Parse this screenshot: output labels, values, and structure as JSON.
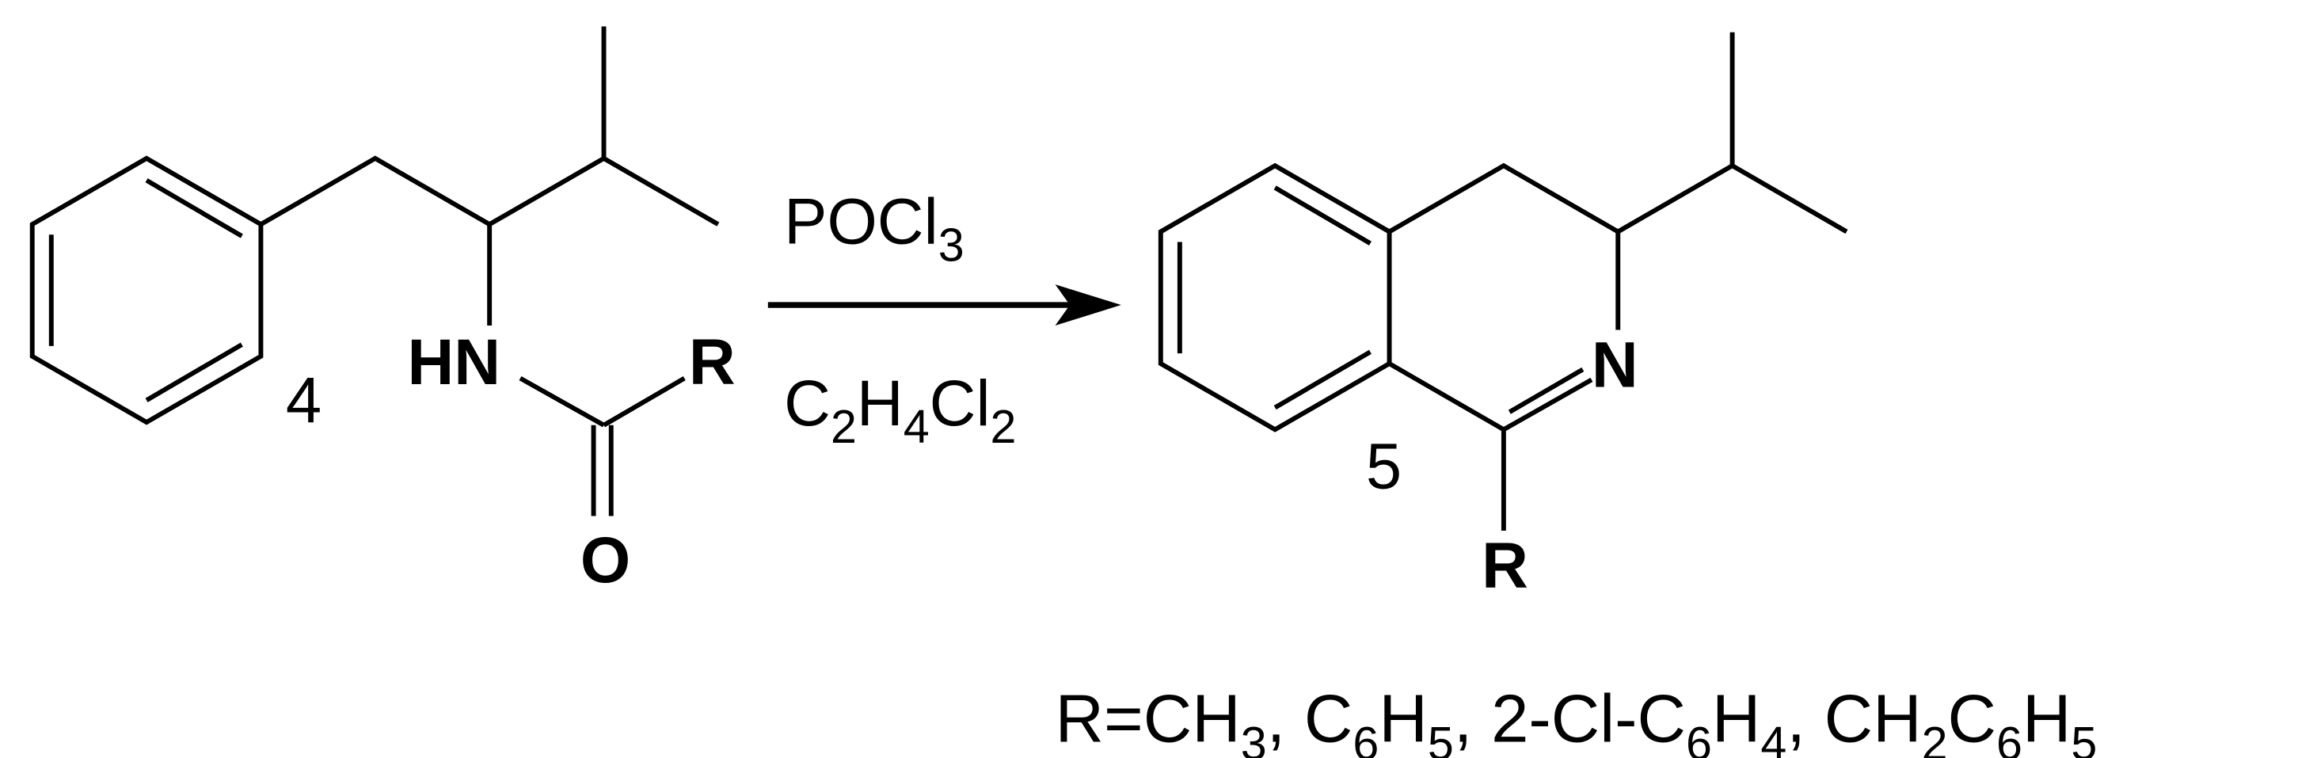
{
  "scheme": {
    "reactant": {
      "label": "4",
      "atoms": {
        "nh": "HN",
        "r": "R",
        "o": "O"
      }
    },
    "reagents": {
      "top": [
        {
          "text": "POCl"
        },
        {
          "text": "3",
          "sub": true
        }
      ],
      "bottom": [
        {
          "text": "C"
        },
        {
          "text": "2",
          "sub": true
        },
        {
          "text": "H"
        },
        {
          "text": "4",
          "sub": true
        },
        {
          "text": "Cl"
        },
        {
          "text": "2",
          "sub": true
        }
      ]
    },
    "product": {
      "label": "5",
      "atoms": {
        "n": "N",
        "r": "R"
      }
    },
    "substituents": [
      {
        "text": "R=CH"
      },
      {
        "text": "3",
        "sub": true
      },
      {
        "text": ", C"
      },
      {
        "text": "6",
        "sub": true
      },
      {
        "text": "H"
      },
      {
        "text": "5",
        "sub": true
      },
      {
        "text": ", 2-Cl-C"
      },
      {
        "text": "6",
        "sub": true
      },
      {
        "text": "H"
      },
      {
        "text": "4",
        "sub": true
      },
      {
        "text": ", CH"
      },
      {
        "text": "2",
        "sub": true
      },
      {
        "text": "C"
      },
      {
        "text": "6",
        "sub": true
      },
      {
        "text": "H"
      },
      {
        "text": "5",
        "sub": true
      }
    ],
    "colors": {
      "ink": "#000000",
      "background": "#ffffff"
    }
  }
}
